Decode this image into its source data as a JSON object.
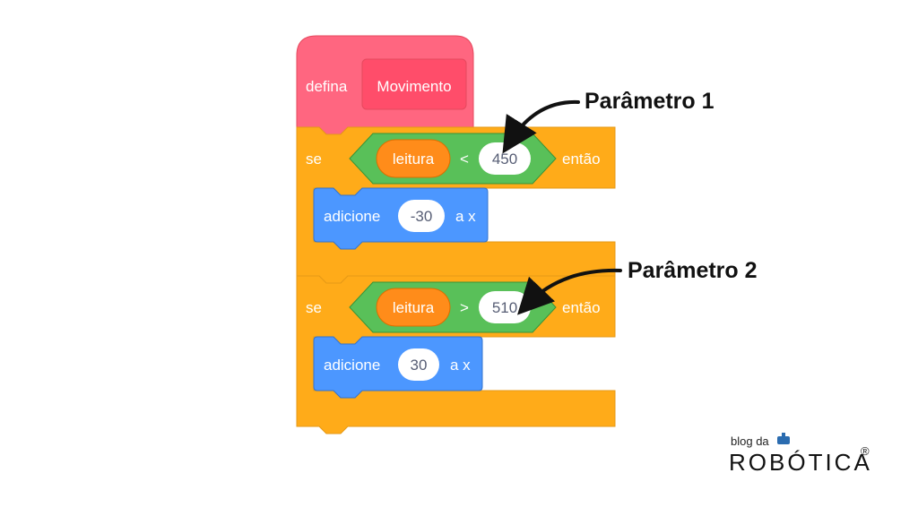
{
  "colors": {
    "define_block": "#ff6680",
    "define_dark": "#e6495e",
    "control_block": "#ffab19",
    "control_dark": "#e69a17",
    "operator_block": "#59c059",
    "variable_reporter": "#ff8c1a",
    "motion_block": "#4c97ff",
    "input_bg": "#ffffff",
    "input_text": "#575e75",
    "annotation": "#111111"
  },
  "define_block": {
    "keyword": "defina",
    "name": "Movimento"
  },
  "if_blocks": [
    {
      "keyword": "se",
      "variable": "leitura",
      "operator": "<",
      "value": "450",
      "then": "então",
      "action": {
        "label": "adicione",
        "value": "-30",
        "suffix": "a x"
      }
    },
    {
      "keyword": "se",
      "variable": "leitura",
      "operator": ">",
      "value": "510",
      "then": "então",
      "action": {
        "label": "adicione",
        "value": "30",
        "suffix": "a x"
      }
    }
  ],
  "annotations": {
    "param1": "Parâmetro 1",
    "param2": "Parâmetro 2"
  },
  "logo": {
    "small": "blog da",
    "big": "ROBÓTICA",
    "mark": "®"
  }
}
